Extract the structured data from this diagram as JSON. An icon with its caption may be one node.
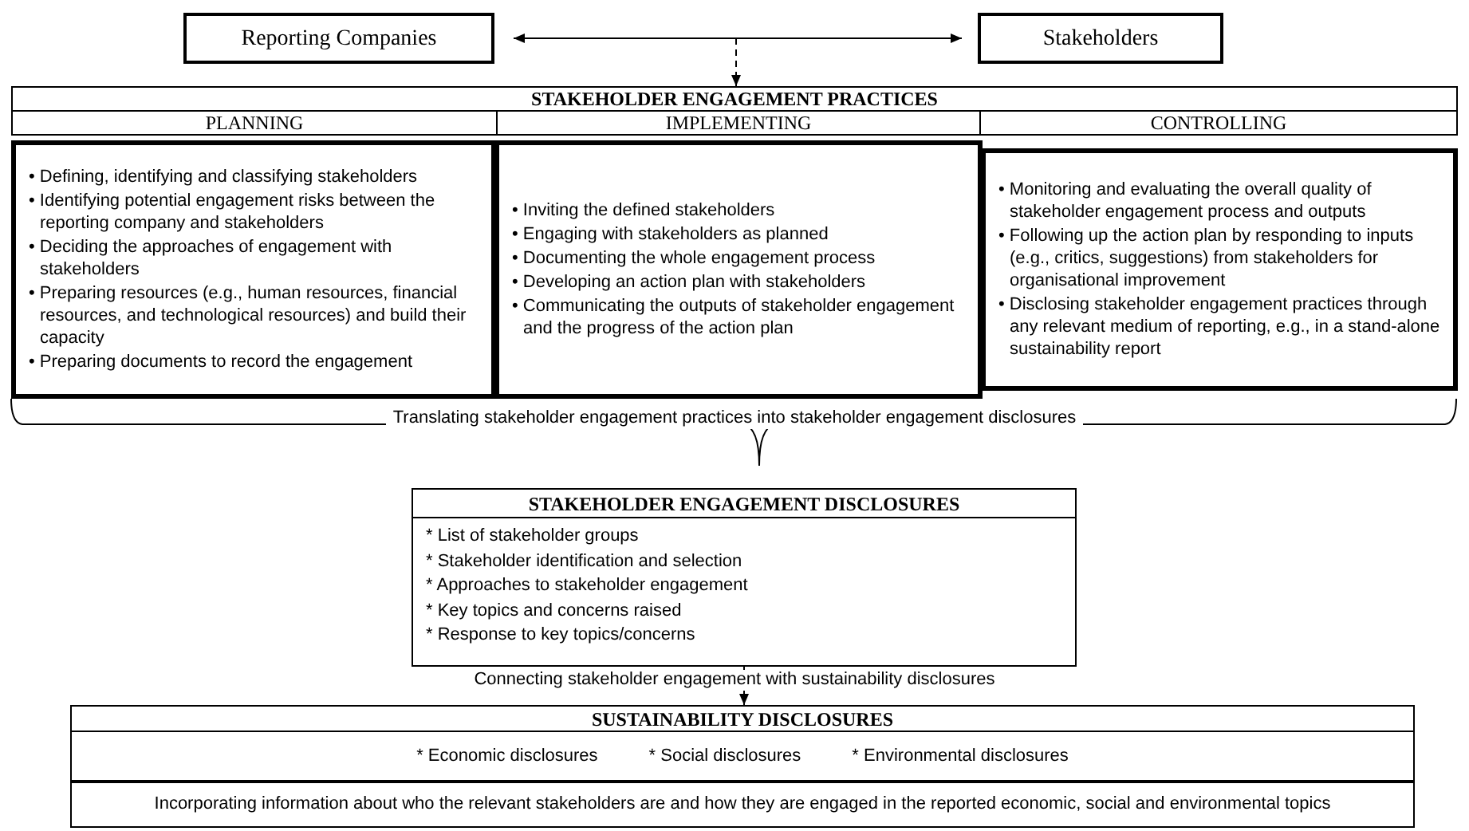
{
  "diagram": {
    "nodes": [
      {
        "text": [
          "Reporting Companies"
        ]
      },
      {
        "text": [
          "Stakeholders"
        ]
      },
      {
        "text": [
          "STAKEHOLDER ENGAGEMENT PRACTICES"
        ]
      },
      {
        "text": [
          "PLANNING"
        ],
        "in": 2
      },
      {
        "text": [
          "IMPLEMENTING"
        ],
        "in": 2
      },
      {
        "text": [
          "CONTROLLING"
        ],
        "in": 2
      },
      {
        "text": [
          "• Defining, identifying and classifying stakeholders",
          "• Identifying potential engagement risks between the reporting company and stakeholders",
          "• Deciding the approaches of engagement with stakeholders",
          "• Preparing resources (e.g., human resources, financial resources, and technological resources) and build their capacity",
          "• Preparing documents to record the engagement"
        ]
      },
      {
        "text": [
          "• Inviting the defined stakeholders",
          "• Engaging with stakeholders as planned",
          "• Documenting the whole engagement process",
          "• Developing an action plan with stakeholders",
          "• Communicating the outputs of stakeholder engagement and the progress of the action plan"
        ]
      },
      {
        "text": [
          "• Monitoring and evaluating the overall quality of stakeholder engagement process and outputs",
          "• Following up the action plan by responding to inputs (e.g., critics, suggestions) from stakeholders for organisational improvement",
          "• Disclosing stakeholder engagement practices through any relevant medium of reporting, e.g., in a stand-alone sustainability report"
        ]
      },
      {
        "text": [
          "STAKEHOLDER ENGAGEMENT DISCLOSURES",
          "* List of stakeholder groups",
          "* Stakeholder identification and selection",
          "* Approaches to stakeholder engagement",
          "* Key topics and concerns raised",
          "* Response to key topics/concerns"
        ]
      },
      {
        "text": [
          "SUSTAINABILITY DISCLOSURES",
          "* Economic disclosures",
          "* Social disclosures",
          "* Environmental disclosures",
          "Incorporating information about who the relevant stakeholders are and how they are engaged in the reported economic, social and environmental topics"
        ]
      }
    ],
    "edges": [
      {
        "from": 0,
        "to": 1,
        "arrow": "both"
      },
      {
        "from": null,
        "to": 2,
        "arrow": "to",
        "style": "dashed"
      },
      {
        "from": 9,
        "to": 10,
        "arrow": "to",
        "label": "Connecting stakeholder engagement with sustainability disclosures"
      }
    ],
    "labels": [
      "Translating stakeholder engagement practices into stakeholder engagement disclosures"
    ]
  }
}
